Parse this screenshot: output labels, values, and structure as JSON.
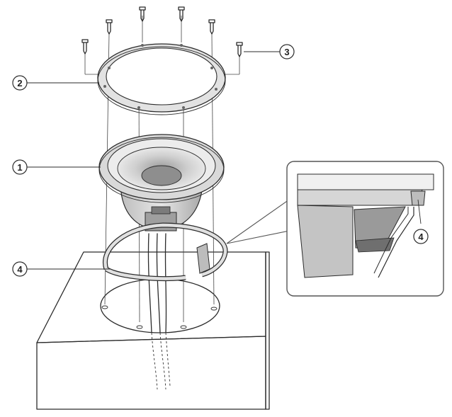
{
  "diagram": {
    "callouts": [
      {
        "id": "speaker",
        "number": "1"
      },
      {
        "id": "ring",
        "number": "2"
      },
      {
        "id": "screw",
        "number": "3"
      },
      {
        "id": "gasket",
        "number": "4"
      },
      {
        "id": "gasket-lower",
        "number": "4"
      }
    ],
    "colors": {
      "line": "#2b2b2b",
      "shade_light": "#e3e3e3",
      "shade_mid": "#bdbdbd",
      "shade_dark": "#8a8a8a",
      "inset_border": "#555555"
    }
  }
}
